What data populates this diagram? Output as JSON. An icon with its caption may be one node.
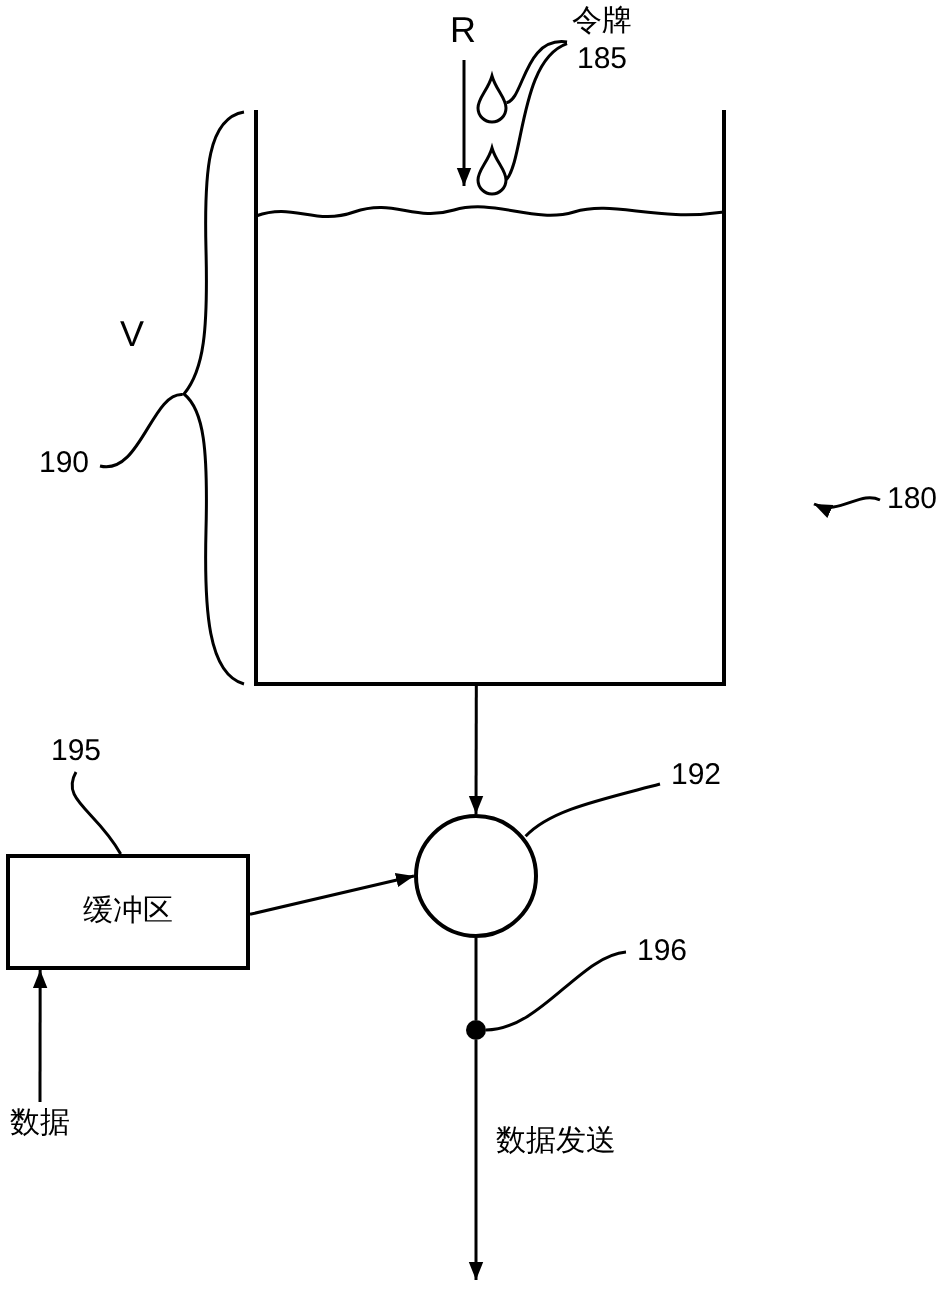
{
  "diagram": {
    "nodes": [
      {
        "text": [
          "令牌",
          "185"
        ]
      },
      {
        "text": [],
        "shape": "drop"
      },
      {
        "text": [],
        "shape": "drop",
        "in": 3
      },
      {
        "text": [],
        "shape": "box"
      },
      {
        "text": [],
        "shape": "brace"
      },
      {
        "text": [
          "190"
        ]
      },
      {
        "text": [
          "180"
        ]
      },
      {
        "text": [
          "195"
        ]
      },
      {
        "text": [
          "192"
        ]
      },
      {
        "text": [
          "缓冲区"
        ]
      },
      {
        "text": [],
        "shape": "circle"
      },
      {
        "text": [
          "196"
        ]
      },
      {
        "text": [],
        "shape": "dot"
      },
      {
        "text": [
          "数据"
        ]
      }
    ],
    "edges": [
      {
        "from": 0,
        "to": 1,
        "arrow": "none"
      },
      {
        "from": 0,
        "to": 2,
        "arrow": "none"
      },
      {
        "from": 5,
        "to": 4,
        "arrow": "none"
      },
      {
        "from": 6,
        "to": null,
        "arrow": "to"
      },
      {
        "from": 3,
        "to": 10,
        "arrow": "to"
      },
      {
        "from": 8,
        "to": 10,
        "arrow": "none"
      },
      {
        "from": 7,
        "to": 9,
        "arrow": "none"
      },
      {
        "from": 9,
        "to": 10,
        "arrow": "to"
      },
      {
        "from": 13,
        "to": 9,
        "arrow": "to"
      },
      {
        "from": 10,
        "to": 12,
        "arrow": "none"
      },
      {
        "from": 11,
        "to": 12,
        "arrow": "none"
      },
      {
        "from": 12,
        "to": null,
        "arrow": "to",
        "label": "数据发送"
      }
    ],
    "labels": [
      "R",
      "V"
    ]
  }
}
